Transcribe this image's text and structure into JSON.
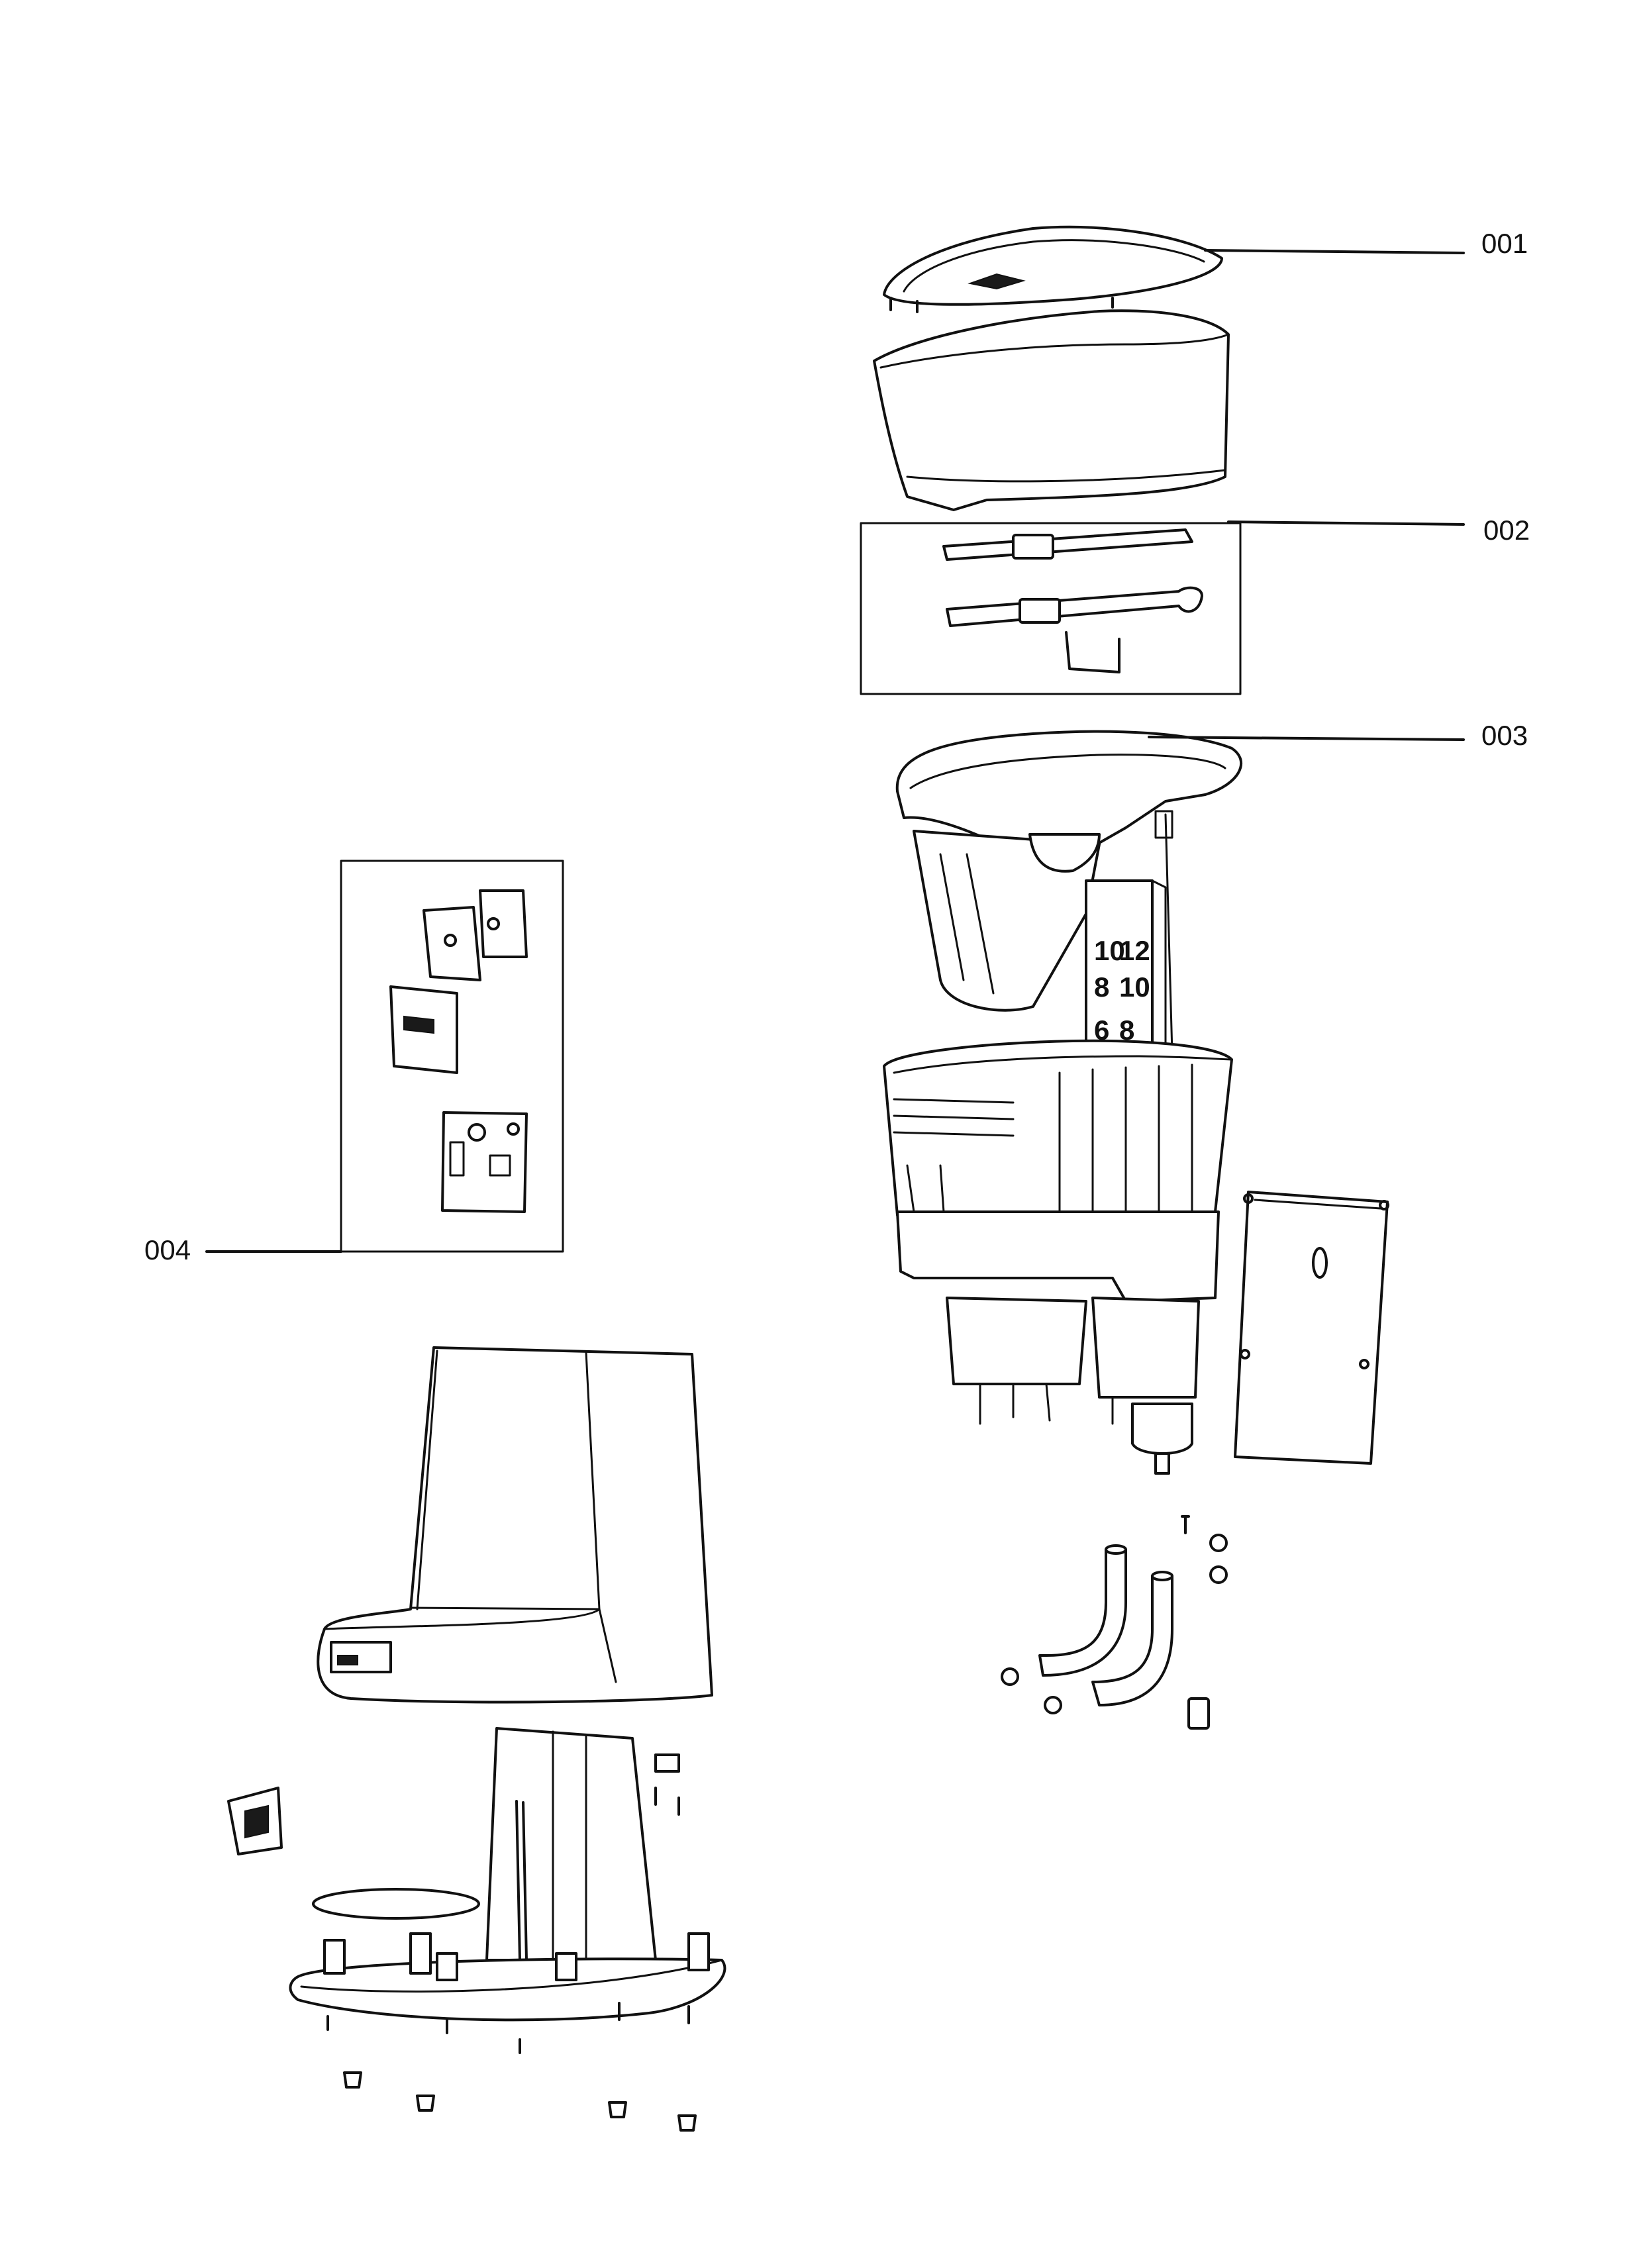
{
  "callouts": [
    {
      "id": "001",
      "label": "001"
    },
    {
      "id": "002",
      "label": "002"
    },
    {
      "id": "003",
      "label": "003"
    },
    {
      "id": "004",
      "label": "004"
    }
  ],
  "scale_marks": {
    "row1_left": "10",
    "row1_right": "12",
    "row2_left": "8",
    "row2_right": "10",
    "row3_left": "6",
    "row3_right": "8"
  }
}
